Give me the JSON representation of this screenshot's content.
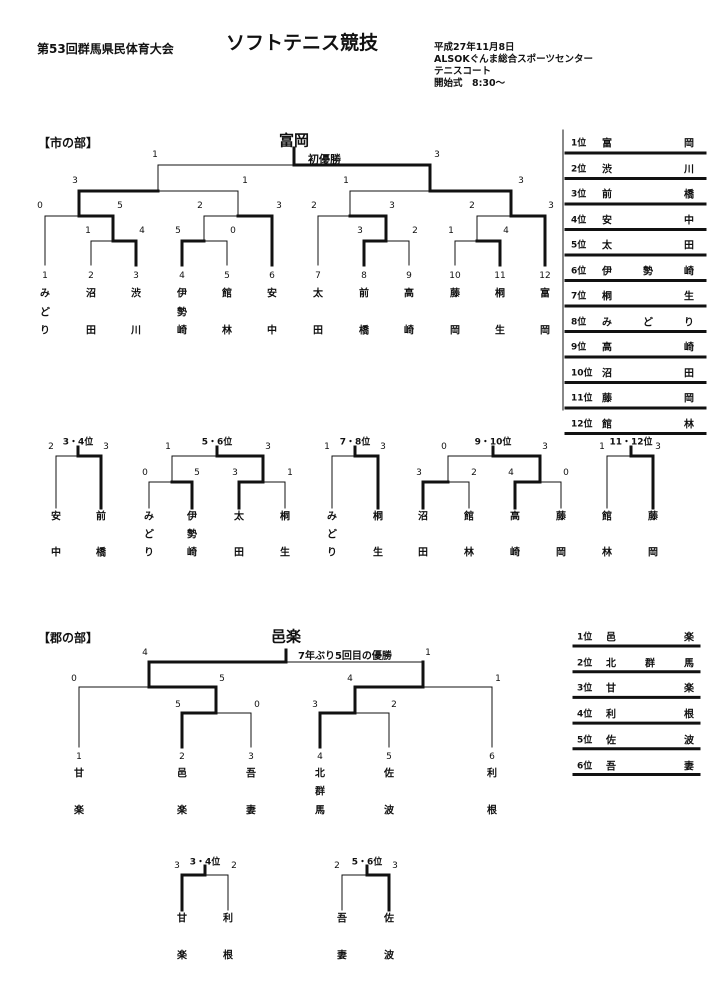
{
  "header": {
    "event": "第53回群馬県民体育大会",
    "sport": "ソフトテニス競技",
    "date": "平成27年11月8日",
    "venue": "ALSOKぐんま総合スポーツセンター",
    "court": "テニスコート",
    "opening": "開始式　8:30～"
  },
  "city": {
    "title": "【市の部】",
    "champion": "富岡",
    "note": "初優勝",
    "teams": [
      {
        "no": "1",
        "name": [
          "み",
          "ど",
          "り"
        ]
      },
      {
        "no": "2",
        "name": [
          "沼",
          "",
          "田"
        ]
      },
      {
        "no": "3",
        "name": [
          "渋",
          "",
          "川"
        ]
      },
      {
        "no": "4",
        "name": [
          "伊",
          "勢",
          "崎"
        ]
      },
      {
        "no": "5",
        "name": [
          "館",
          "",
          "林"
        ]
      },
      {
        "no": "6",
        "name": [
          "安",
          "",
          "中"
        ]
      },
      {
        "no": "7",
        "name": [
          "太",
          "",
          "田"
        ]
      },
      {
        "no": "8",
        "name": [
          "前",
          "",
          "橋"
        ]
      },
      {
        "no": "9",
        "name": [
          "高",
          "",
          "崎"
        ]
      },
      {
        "no": "10",
        "name": [
          "藤",
          "",
          "岡"
        ]
      },
      {
        "no": "11",
        "name": [
          "桐",
          "",
          "生"
        ]
      },
      {
        "no": "12",
        "name": [
          "富",
          "",
          "岡"
        ]
      }
    ],
    "scores": [
      "1",
      "3",
      "3",
      "1",
      "1",
      "3",
      "0",
      "5",
      "2",
      "3",
      "2",
      "3",
      "2",
      "3",
      "1",
      "4",
      "5",
      "0",
      "3",
      "2",
      "1",
      "4"
    ],
    "rankings": [
      {
        "rank": "1位",
        "name": "富岡"
      },
      {
        "rank": "2位",
        "name": "渋川"
      },
      {
        "rank": "3位",
        "name": "前橋"
      },
      {
        "rank": "4位",
        "name": "安中"
      },
      {
        "rank": "5位",
        "name": "太田"
      },
      {
        "rank": "6位",
        "name": "伊勢崎"
      },
      {
        "rank": "7位",
        "name": "桐生"
      },
      {
        "rank": "8位",
        "name": "みどり"
      },
      {
        "rank": "9位",
        "name": "高崎"
      },
      {
        "rank": "10位",
        "name": "沼田"
      },
      {
        "rank": "11位",
        "name": "藤岡"
      },
      {
        "rank": "12位",
        "name": "館林"
      }
    ],
    "placement": [
      {
        "label": "3・4位",
        "scores": [
          "2",
          "3"
        ],
        "teams": [
          [
            "安",
            "",
            "中"
          ],
          [
            "前",
            "",
            "橋"
          ]
        ]
      },
      {
        "label": "5・6位",
        "scores": [
          "1",
          "3",
          "0",
          "5",
          "3",
          "1"
        ],
        "teams": [
          [
            "み",
            "ど",
            "り"
          ],
          [
            "伊",
            "勢",
            "崎"
          ],
          [
            "太",
            "",
            "田"
          ],
          [
            "桐",
            "",
            "生"
          ]
        ]
      },
      {
        "label": "7・8位",
        "scores": [
          "1",
          "3"
        ],
        "teams": [
          [
            "み",
            "ど",
            "り"
          ],
          [
            "桐",
            "",
            "生"
          ]
        ]
      },
      {
        "label": "9・10位",
        "scores": [
          "0",
          "3",
          "3",
          "2",
          "4",
          "0"
        ],
        "teams": [
          [
            "沼",
            "",
            "田"
          ],
          [
            "館",
            "",
            "林"
          ],
          [
            "高",
            "",
            "崎"
          ],
          [
            "藤",
            "",
            "岡"
          ]
        ]
      },
      {
        "label": "11・12位",
        "scores": [
          "1",
          "3"
        ],
        "teams": [
          [
            "館",
            "",
            "林"
          ],
          [
            "藤",
            "",
            "岡"
          ]
        ]
      }
    ]
  },
  "gun": {
    "title": "【郡の部】",
    "champion": "邑楽",
    "note": "7年ぶり5回目の優勝",
    "teams": [
      {
        "no": "1",
        "name": [
          "甘",
          "",
          "楽"
        ]
      },
      {
        "no": "2",
        "name": [
          "邑",
          "",
          "楽"
        ]
      },
      {
        "no": "3",
        "name": [
          "吾",
          "",
          "妻"
        ]
      },
      {
        "no": "4",
        "name": [
          "北",
          "群",
          "馬"
        ]
      },
      {
        "no": "5",
        "name": [
          "佐",
          "",
          "波"
        ]
      },
      {
        "no": "6",
        "name": [
          "利",
          "",
          "根"
        ]
      }
    ],
    "scores": [
      "4",
      "1",
      "0",
      "5",
      "4",
      "1",
      "5",
      "0",
      "3",
      "2"
    ],
    "rankings": [
      {
        "rank": "1位",
        "name": "邑楽"
      },
      {
        "rank": "2位",
        "name": "北群馬"
      },
      {
        "rank": "3位",
        "name": "甘楽"
      },
      {
        "rank": "4位",
        "name": "利根"
      },
      {
        "rank": "5位",
        "name": "佐波"
      },
      {
        "rank": "6位",
        "name": "吾妻"
      }
    ],
    "placement": [
      {
        "label": "3・4位",
        "scores": [
          "3",
          "2"
        ],
        "teams": [
          [
            "甘",
            "",
            "楽"
          ],
          [
            "利",
            "",
            "根"
          ]
        ]
      },
      {
        "label": "5・6位",
        "scores": [
          "2",
          "3"
        ],
        "teams": [
          [
            "吾",
            "",
            "妻"
          ],
          [
            "佐",
            "",
            "波"
          ]
        ]
      }
    ]
  }
}
